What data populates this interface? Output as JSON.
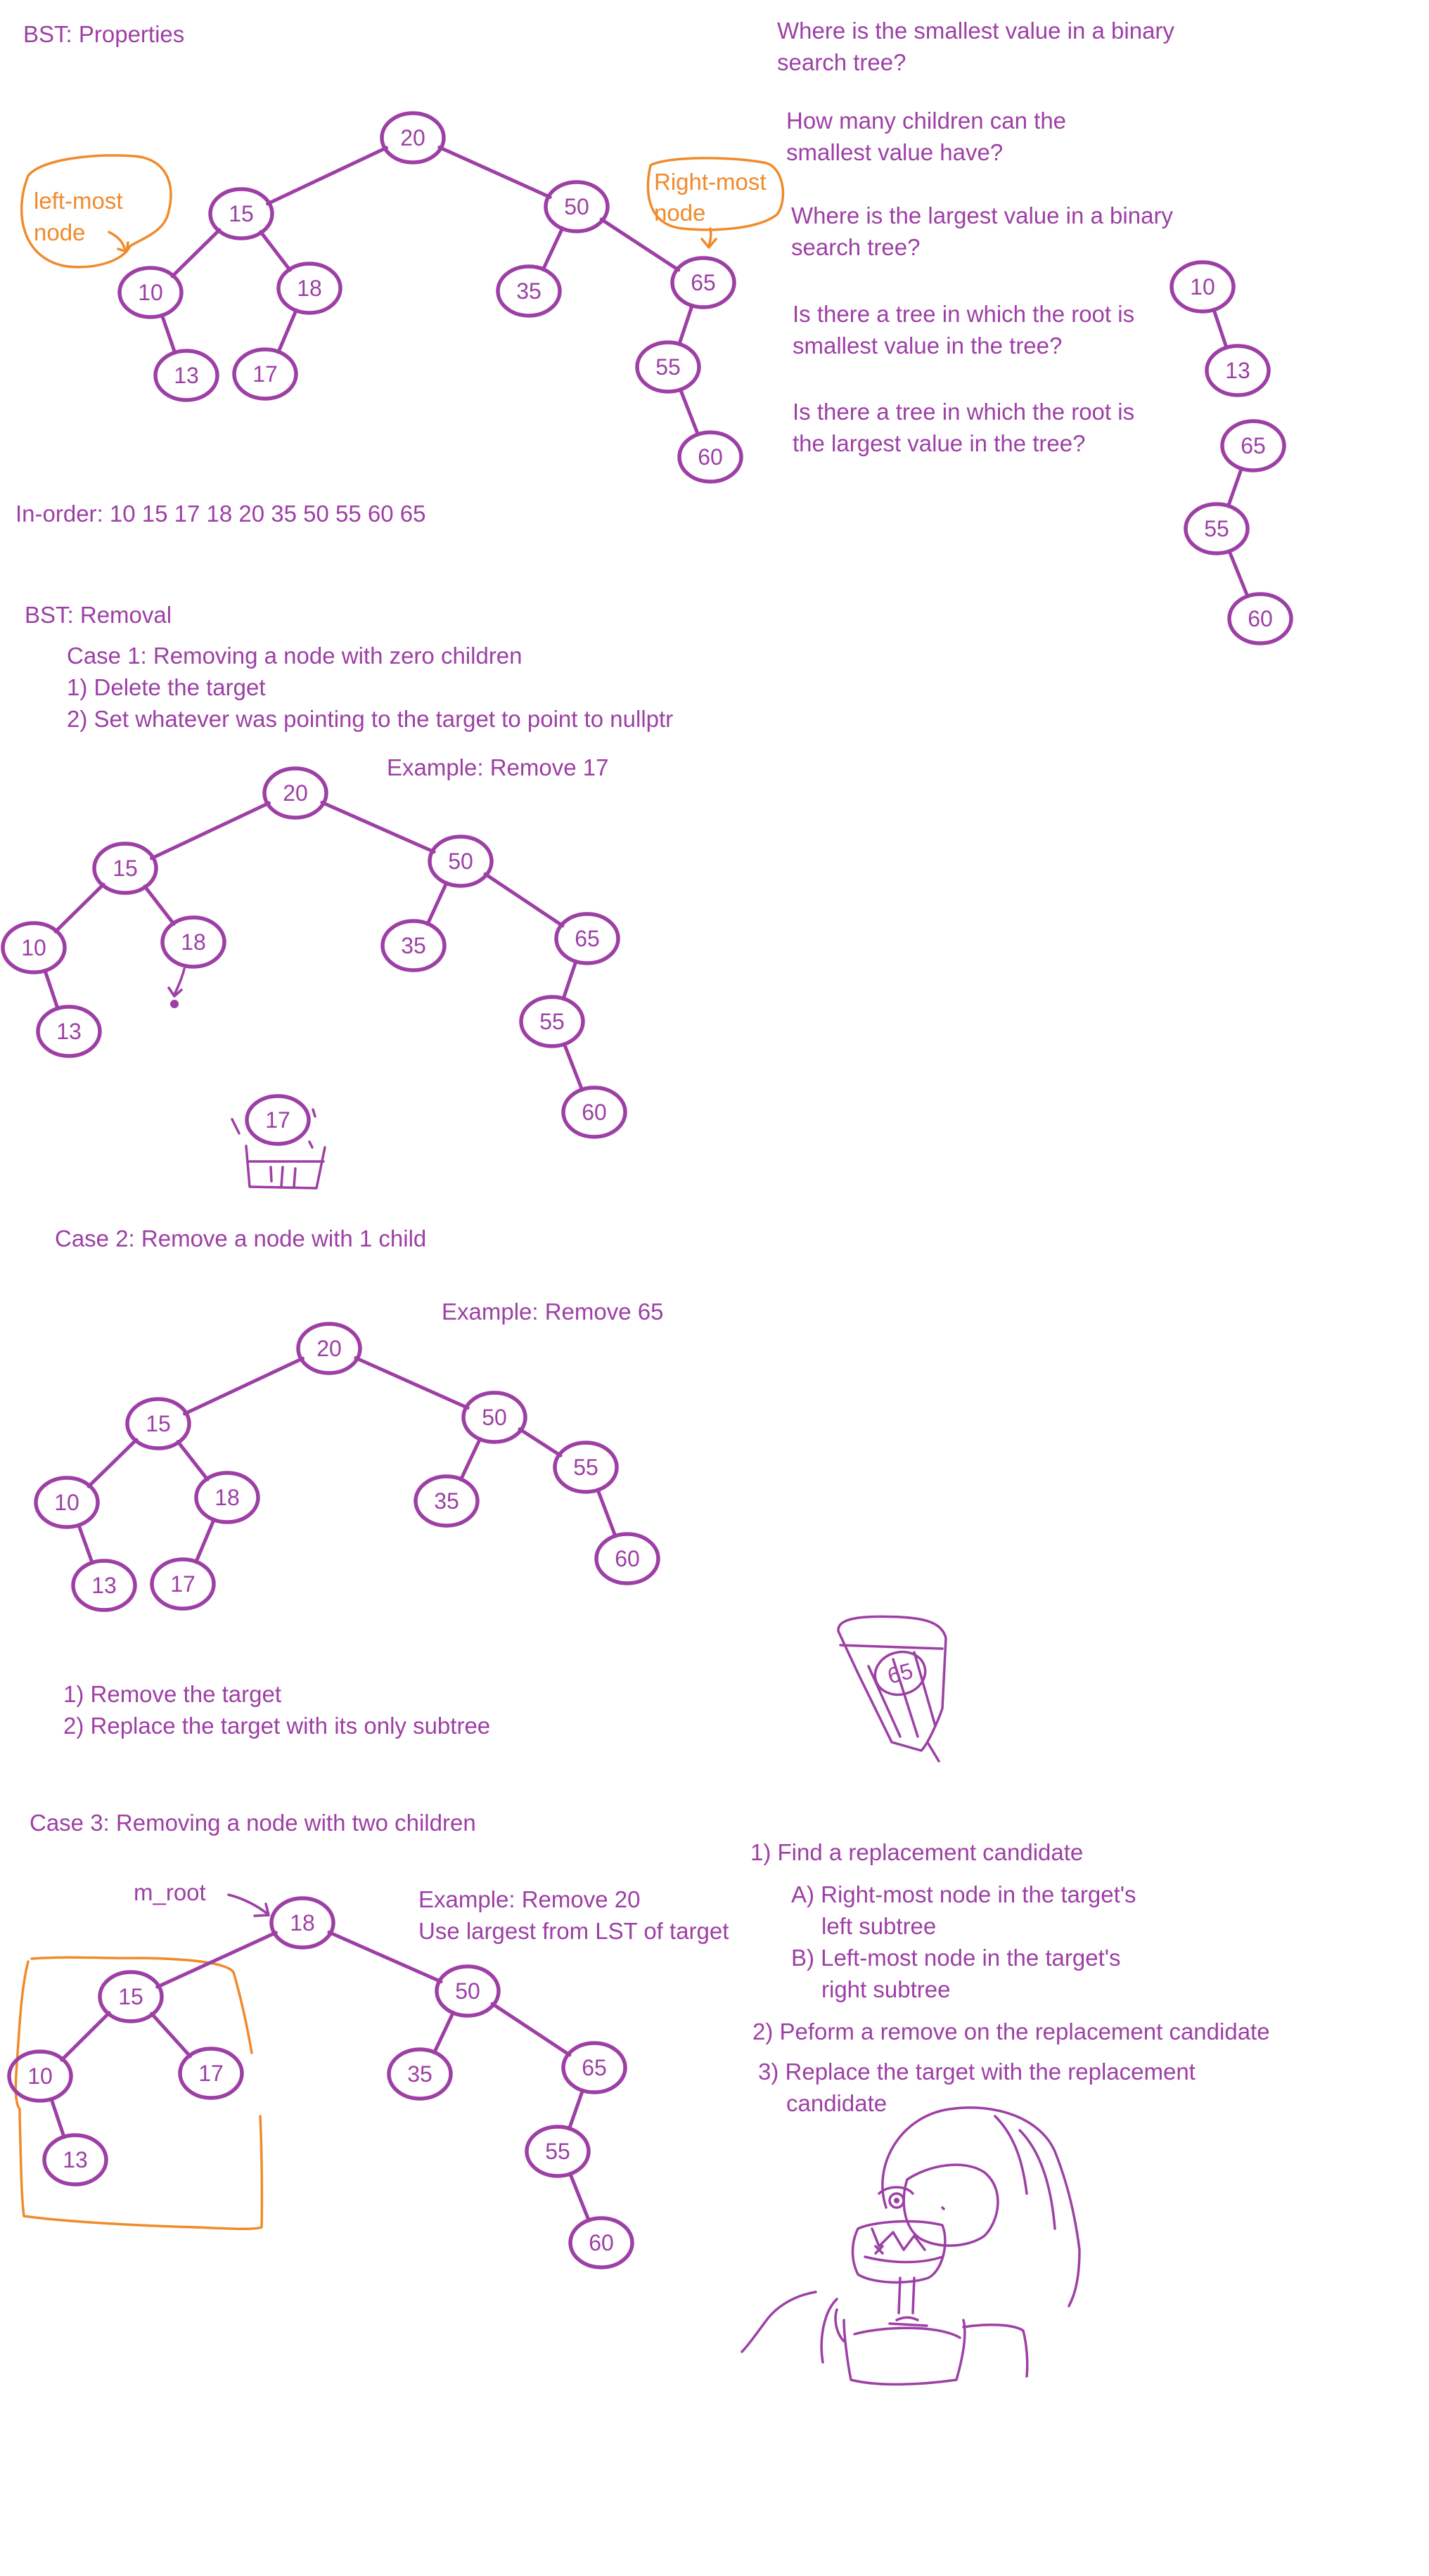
{
  "colors": {
    "ink": "#9d3fa5",
    "highlight": "#f08a2c",
    "paper": "#ffffff"
  },
  "properties": {
    "title": "BST: Properties",
    "left_most_label": "left-most node",
    "right_most_label": "Right-most node",
    "inorder": "In-order: 10 15 17 18 20 35 50 55 60 65",
    "tree": {
      "nodes": [
        {
          "id": "20",
          "label": "20"
        },
        {
          "id": "15",
          "label": "15"
        },
        {
          "id": "50",
          "label": "50"
        },
        {
          "id": "10",
          "label": "10"
        },
        {
          "id": "18",
          "label": "18"
        },
        {
          "id": "13",
          "label": "13"
        },
        {
          "id": "17",
          "label": "17"
        },
        {
          "id": "35",
          "label": "35"
        },
        {
          "id": "65",
          "label": "65"
        },
        {
          "id": "55",
          "label": "55"
        },
        {
          "id": "60",
          "label": "60"
        }
      ],
      "edges": [
        [
          "20",
          "15"
        ],
        [
          "20",
          "50"
        ],
        [
          "15",
          "10"
        ],
        [
          "15",
          "18"
        ],
        [
          "10",
          "13"
        ],
        [
          "18",
          "17"
        ],
        [
          "50",
          "35"
        ],
        [
          "50",
          "65"
        ],
        [
          "65",
          "55"
        ],
        [
          "55",
          "60"
        ]
      ]
    },
    "questions": [
      "Where is the smallest  value in a binary search tree?",
      "How many children can the smallest value have?",
      "Where is the largest value in a binary search tree?",
      "Is there a tree in which the root is smallest value in the tree?",
      "Is there a tree in which the root is the largest value in the tree?"
    ],
    "small_tree_a": {
      "nodes": [
        {
          "id": "10",
          "label": "10"
        },
        {
          "id": "13",
          "label": "13"
        }
      ],
      "edges": [
        [
          "10",
          "13"
        ]
      ]
    },
    "small_tree_b": {
      "nodes": [
        {
          "id": "65",
          "label": "65"
        },
        {
          "id": "55",
          "label": "55"
        },
        {
          "id": "60",
          "label": "60"
        }
      ],
      "edges": [
        [
          "65",
          "55"
        ],
        [
          "55",
          "60"
        ]
      ]
    }
  },
  "removal": {
    "title": "BST: Removal",
    "case1": {
      "heading": "Case 1: Removing a node with zero children",
      "steps": [
        "1) Delete the target",
        "2) Set whatever was pointing to the target to point to nullptr"
      ],
      "example": "Example: Remove 17",
      "tree": {
        "nodes": [
          {
            "id": "20",
            "label": "20"
          },
          {
            "id": "15",
            "label": "15"
          },
          {
            "id": "50",
            "label": "50"
          },
          {
            "id": "10",
            "label": "10"
          },
          {
            "id": "18",
            "label": "18"
          },
          {
            "id": "13",
            "label": "13"
          },
          {
            "id": "35",
            "label": "35"
          },
          {
            "id": "65",
            "label": "65"
          },
          {
            "id": "55",
            "label": "55"
          },
          {
            "id": "60",
            "label": "60"
          }
        ],
        "edges": [
          [
            "20",
            "15"
          ],
          [
            "20",
            "50"
          ],
          [
            "15",
            "10"
          ],
          [
            "15",
            "18"
          ],
          [
            "10",
            "13"
          ],
          [
            "50",
            "35"
          ],
          [
            "50",
            "65"
          ],
          [
            "65",
            "55"
          ],
          [
            "55",
            "60"
          ]
        ]
      },
      "removed_node": "17"
    },
    "case2": {
      "heading": "Case 2: Remove a node with 1 child",
      "example": "Example: Remove 65",
      "tree": {
        "nodes": [
          {
            "id": "20",
            "label": "20"
          },
          {
            "id": "15",
            "label": "15"
          },
          {
            "id": "50",
            "label": "50"
          },
          {
            "id": "10",
            "label": "10"
          },
          {
            "id": "18",
            "label": "18"
          },
          {
            "id": "13",
            "label": "13"
          },
          {
            "id": "17",
            "label": "17"
          },
          {
            "id": "35",
            "label": "35"
          },
          {
            "id": "55",
            "label": "55"
          },
          {
            "id": "60",
            "label": "60"
          }
        ],
        "edges": [
          [
            "20",
            "15"
          ],
          [
            "20",
            "50"
          ],
          [
            "15",
            "10"
          ],
          [
            "15",
            "18"
          ],
          [
            "10",
            "13"
          ],
          [
            "18",
            "17"
          ],
          [
            "50",
            "35"
          ],
          [
            "50",
            "55"
          ],
          [
            "55",
            "60"
          ]
        ]
      },
      "steps": [
        "1) Remove the target",
        "2) Replace the target with its only subtree"
      ],
      "removed_node": "65"
    },
    "case3": {
      "heading": "Case 3: Removing a node with two children",
      "root_pointer": "m_root",
      "example_lines": [
        "Example: Remove 20",
        "Use largest from LST of target"
      ],
      "tree": {
        "nodes": [
          {
            "id": "18",
            "label": "18"
          },
          {
            "id": "15",
            "label": "15"
          },
          {
            "id": "50",
            "label": "50"
          },
          {
            "id": "10",
            "label": "10"
          },
          {
            "id": "17",
            "label": "17"
          },
          {
            "id": "13",
            "label": "13"
          },
          {
            "id": "35",
            "label": "35"
          },
          {
            "id": "65",
            "label": "65"
          },
          {
            "id": "55",
            "label": "55"
          },
          {
            "id": "60",
            "label": "60"
          }
        ],
        "edges": [
          [
            "18",
            "15"
          ],
          [
            "18",
            "50"
          ],
          [
            "15",
            "10"
          ],
          [
            "15",
            "17"
          ],
          [
            "10",
            "13"
          ],
          [
            "50",
            "35"
          ],
          [
            "50",
            "65"
          ],
          [
            "65",
            "55"
          ],
          [
            "55",
            "60"
          ]
        ]
      },
      "steps": [
        "1) Find a replacement candidate",
        "A) Right-most node in the target's",
        "left subtree",
        "B) Left-most node in the target's",
        "right subtree",
        "2) Peform a remove on the replacement candidate",
        "3) Replace the target with the replacement",
        "candidate"
      ]
    }
  }
}
